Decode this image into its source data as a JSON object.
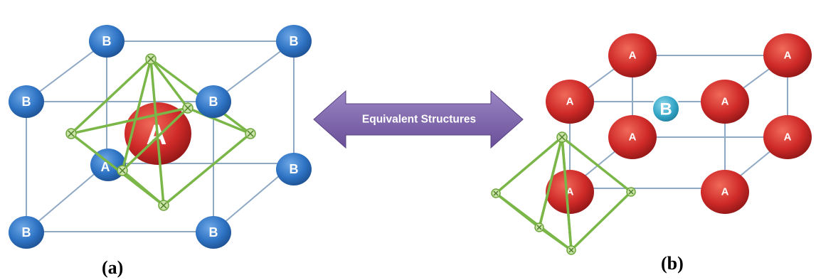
{
  "arrow": {
    "label": "Equivalent Structures",
    "color": "#7b62a6"
  },
  "panel_a": {
    "caption": "(a)",
    "corner_atom_label": "B",
    "center_atom_label": "A",
    "hidden_atom_label": "A",
    "corner_color": "#2e73c4",
    "center_color": "#c0282a",
    "octahedron_color": "#7ab648"
  },
  "panel_b": {
    "caption": "(b)",
    "corner_atom_label": "A",
    "center_atom_label": "B",
    "corner_color": "#d42a2a",
    "center_color": "#35a7c8",
    "octahedron_color": "#7ab648"
  },
  "colors": {
    "edge": "#8fa9c4"
  }
}
